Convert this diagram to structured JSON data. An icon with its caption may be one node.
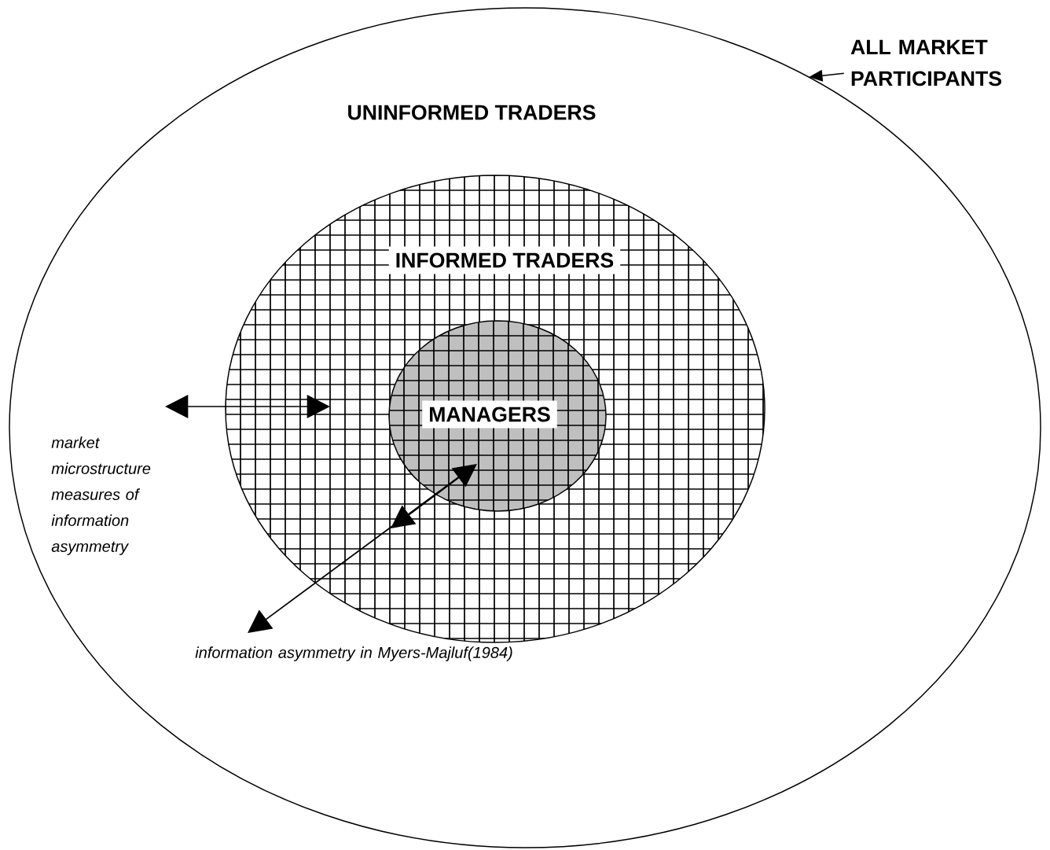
{
  "diagram": {
    "nodes": [
      {
        "text": [
          "UNINFORMED TRADERS"
        ]
      },
      {
        "text": [
          "INFORMED TRADERS"
        ],
        "in": 0
      },
      {
        "text": [
          "MANAGERS"
        ],
        "in": 1
      },
      {
        "text": [
          "ALL MARKET PARTICIPANTS"
        ]
      }
    ],
    "edges": [
      {
        "from": 3,
        "to": 0,
        "arrow": "to"
      }
    ],
    "labels": [
      "market microstructure measures of information asymmetry",
      "information asymmetry in Myers-Majluf(1984)"
    ]
  }
}
